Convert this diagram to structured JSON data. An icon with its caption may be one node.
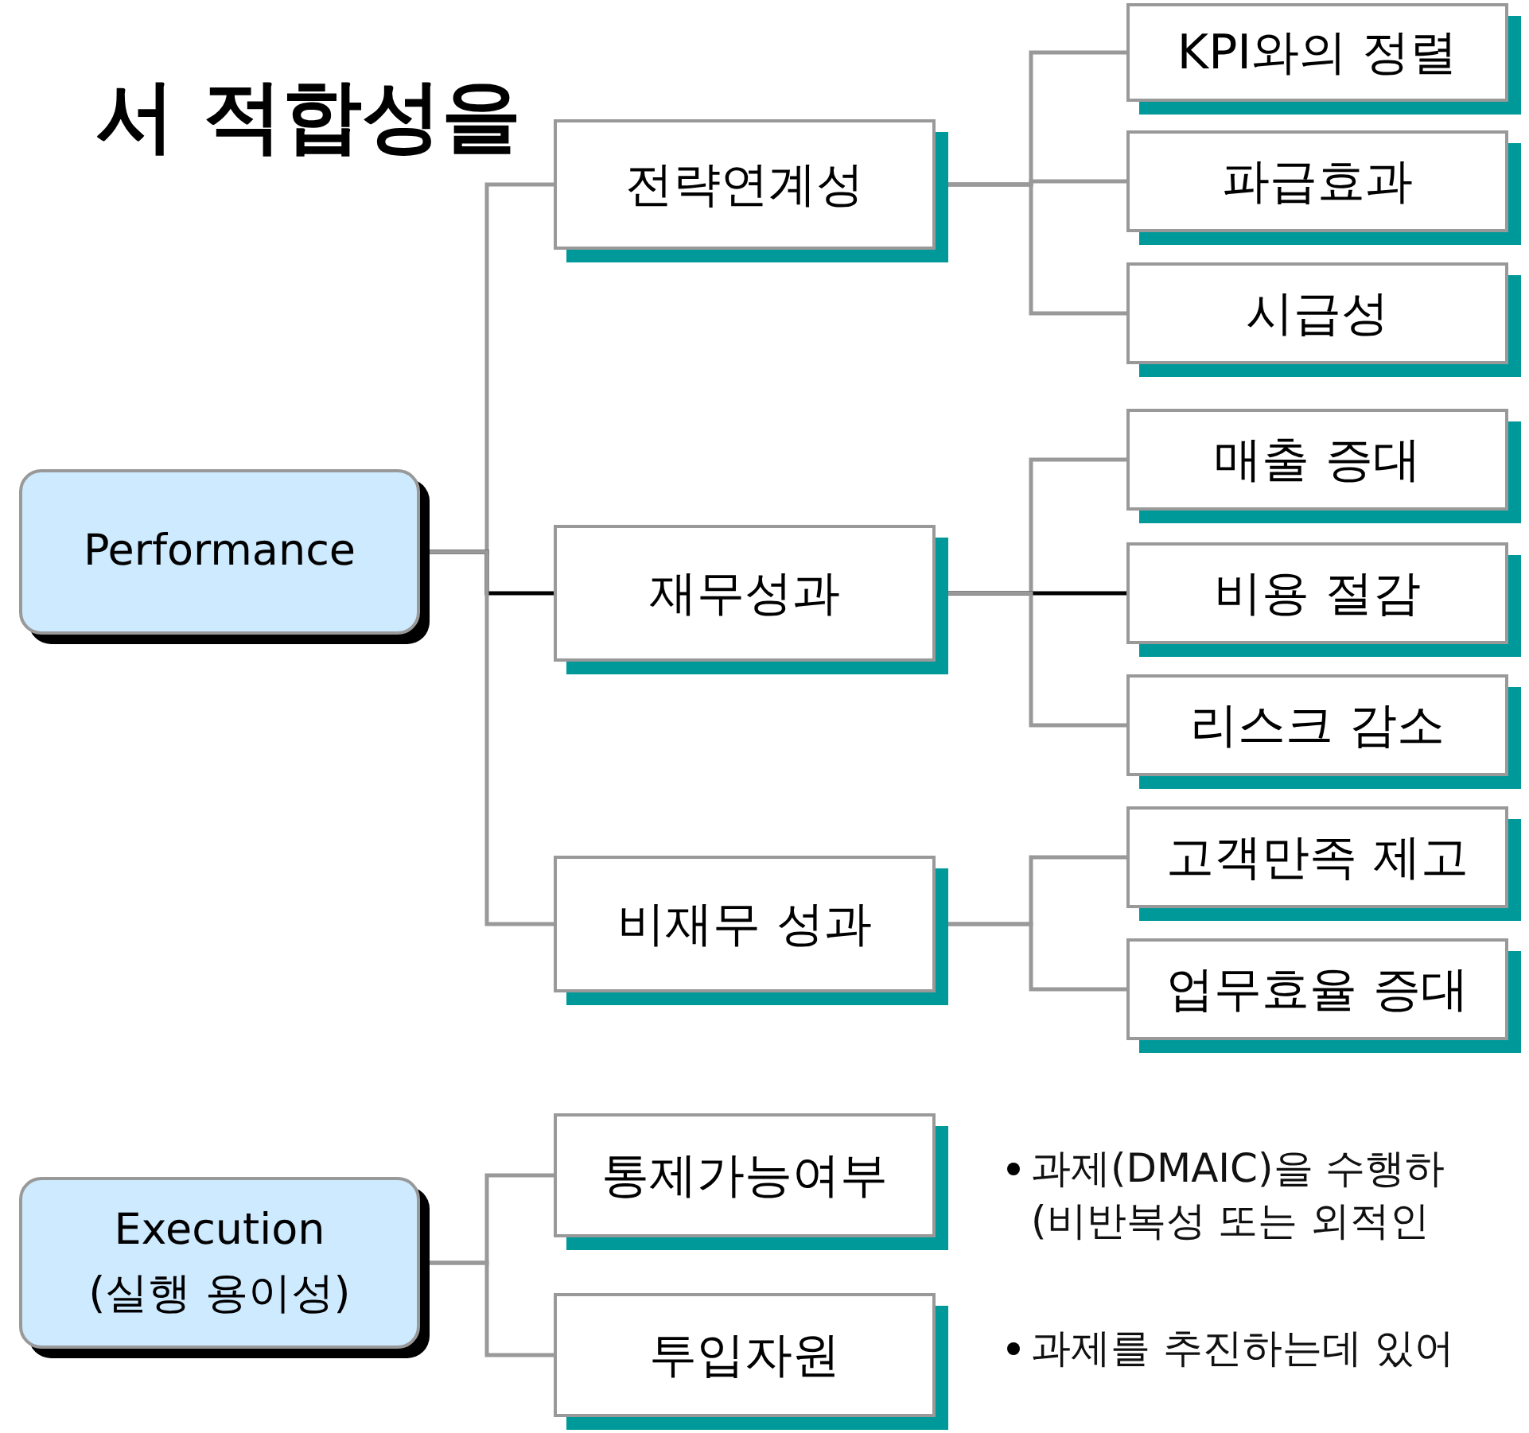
{
  "diagram": {
    "nodes": [
      {
        "text": [
          "Performance"
        ]
      },
      {
        "text": [
          "전략연계성"
        ]
      },
      {
        "text": [
          "재무성과"
        ]
      },
      {
        "text": [
          "비재무 성과"
        ]
      },
      {
        "text": [
          "KPI와의 정렬"
        ]
      },
      {
        "text": [
          "파급효과"
        ]
      },
      {
        "text": [
          "시급성"
        ]
      },
      {
        "text": [
          "매출 증대"
        ]
      },
      {
        "text": [
          "비용 절감"
        ]
      },
      {
        "text": [
          "리스크 감소"
        ]
      },
      {
        "text": [
          "고객만족 제고"
        ]
      },
      {
        "text": [
          "업무효율 증대"
        ]
      },
      {
        "text": [
          "Execution (실행 용이성)"
        ]
      },
      {
        "text": [
          "통제가능여부"
        ],
        "beside": [
          "과제(DMAIC)을 수행하",
          "(비반복성 또는 외적인"
        ]
      },
      {
        "text": [
          "투입자원"
        ],
        "beside": [
          "과제를 추진하는데 있어"
        ]
      }
    ],
    "edges": [
      {
        "from": 0,
        "to": 1,
        "arrow": "none"
      },
      {
        "from": 0,
        "to": 2,
        "arrow": "none",
        "color": "#000000"
      },
      {
        "from": 0,
        "to": 3,
        "arrow": "none"
      },
      {
        "from": 1,
        "to": 4,
        "arrow": "none"
      },
      {
        "from": 1,
        "to": 5,
        "arrow": "none"
      },
      {
        "from": 1,
        "to": 6,
        "arrow": "none"
      },
      {
        "from": 2,
        "to": 7,
        "arrow": "none"
      },
      {
        "from": 2,
        "to": 8,
        "arrow": "none",
        "color": "#000000"
      },
      {
        "from": 2,
        "to": 9,
        "arrow": "none"
      },
      {
        "from": 3,
        "to": 10,
        "arrow": "none"
      },
      {
        "from": 3,
        "to": 11,
        "arrow": "none"
      },
      {
        "from": 12,
        "to": 13,
        "arrow": "none"
      },
      {
        "from": 12,
        "to": 14,
        "arrow": "none"
      }
    ],
    "labels": [
      "서 적합성을"
    ]
  }
}
